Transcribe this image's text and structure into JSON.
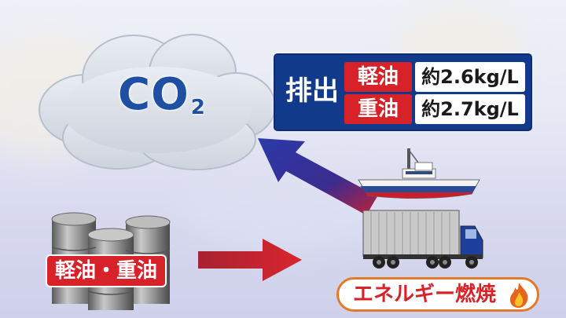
{
  "co2": {
    "main": "CO",
    "sub": "2"
  },
  "emission": {
    "title": "排出",
    "rows": [
      {
        "fuel": "軽油",
        "value": "約2.6kg/L"
      },
      {
        "fuel": "重油",
        "value": "約2.7kg/L"
      }
    ]
  },
  "drums_label": "軽油・重油",
  "combustion_label": "エネルギー燃焼",
  "colors": {
    "navy": "#123a8a",
    "red": "#d8222a",
    "co2_blue": "#1f4fa3",
    "orange": "#e07b2a"
  },
  "icons": [
    "cloud-icon",
    "oil-drum-icon",
    "arrow-right-icon",
    "arrow-up-left-icon",
    "ship-icon",
    "truck-icon",
    "flame-icon"
  ]
}
